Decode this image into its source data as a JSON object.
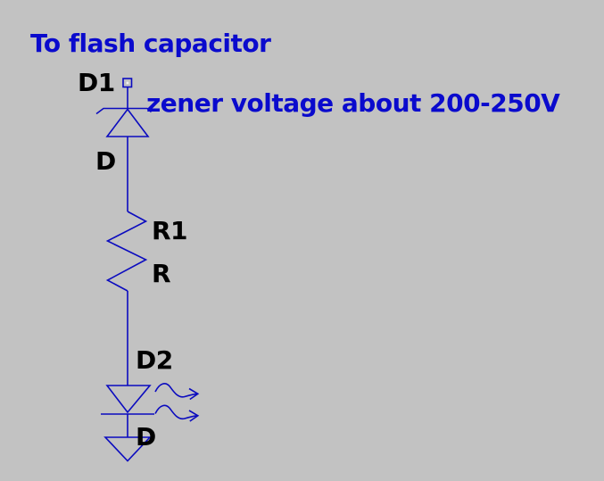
{
  "colors": {
    "background": "#c2c2c2",
    "wire": "#0b0bbf",
    "annotation_text": "#0a0acd",
    "label_text": "#000000"
  },
  "annotations": {
    "title": "To flash capacitor",
    "zener_note": "zener voltage about 200-250V"
  },
  "components": {
    "d1": {
      "designator": "D1",
      "value": "D",
      "symbol": "zener-diode"
    },
    "r1": {
      "designator": "R1",
      "value": "R",
      "symbol": "resistor"
    },
    "d2": {
      "designator": "D2",
      "value": "D",
      "symbol": "led"
    }
  }
}
